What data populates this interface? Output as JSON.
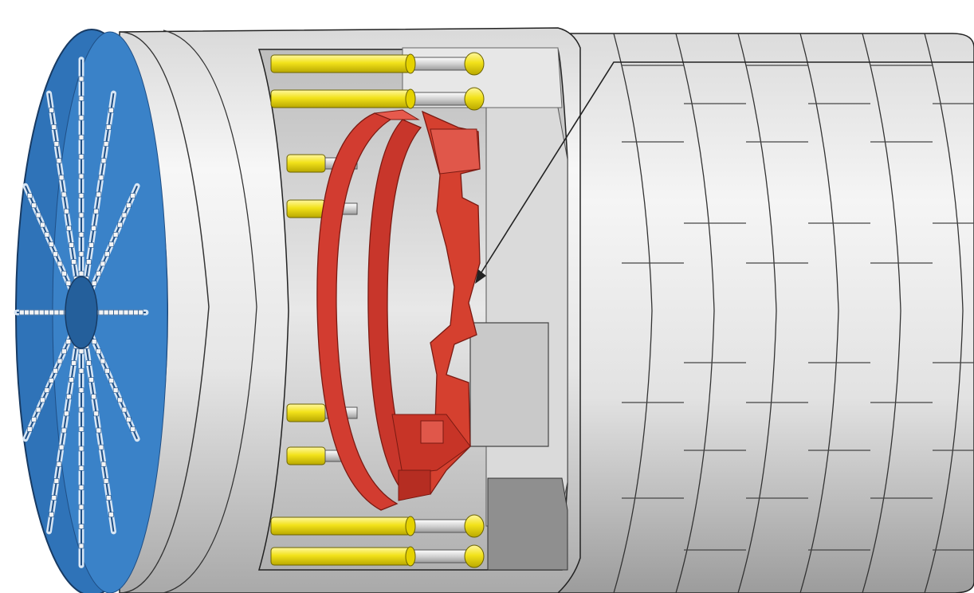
{
  "figure": {
    "description_labels": [],
    "components": {
      "cutterhead": "cutterhead",
      "shield": "shield",
      "thrust_cylinders": "thrust-cylinders",
      "erector_ring": "segment-erector",
      "lining": "segment-lining",
      "callout": "callout-leader"
    },
    "cylinder_count_visible": 8,
    "lining_ring_count_visible": 6
  },
  "colors": {
    "cutterhead_blue": "#2f73b8",
    "cutterhead_dark": "#1f4f86",
    "shield_light": "#efefef",
    "shield_shade": "#cfcfcf",
    "cylinder_yellow": "#f2e21a",
    "cylinder_rod": "#d9d9d9",
    "erector_red": "#d23c30",
    "erector_dark": "#a32820",
    "lining": "#e6e6e6",
    "outline": "#222222"
  }
}
